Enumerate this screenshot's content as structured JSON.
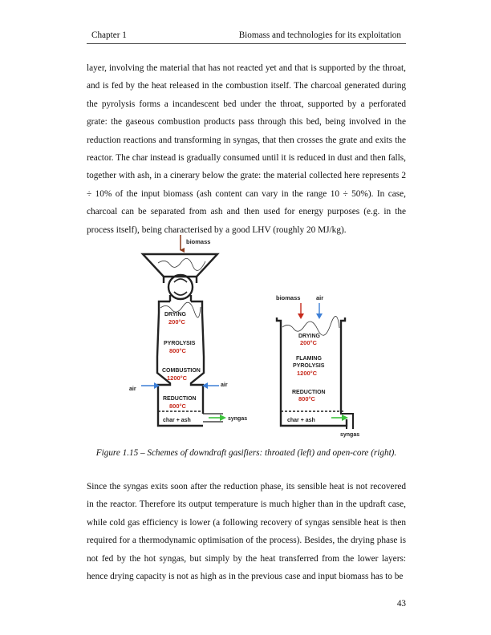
{
  "header": {
    "chapter": "Chapter 1",
    "title": "Biomass and technologies for its exploitation"
  },
  "paragraph_1": "layer, involving the material that has not reacted yet and that is supported by the throat, and is fed by the heat released in the combustion itself. The charcoal generated during the pyrolysis forms a incandescent bed under the throat, supported by a perforated grate: the gaseous combustion products pass through this bed, being involved in the reduction reactions and transforming in syngas, that then crosses the grate and exits the reactor. The char instead is gradually consumed until it is reduced in dust and then falls, together with ash, in a cinerary below the grate: the material collected here represents 2 ÷ 10% of the input biomass (ash content can vary in the range 10 ÷ 50%). In case, charcoal can be separated from ash and then used for energy purposes (e.g. in the process itself), being characterised by a good LHV (roughly 20 MJ/kg).",
  "figure": {
    "left": {
      "biomass": "biomass",
      "drying": "DRYING",
      "drying_temp": "200°C",
      "pyrolysis": "PYROLYSIS",
      "pyrolysis_temp": "800°C",
      "combustion": "COMBUSTION",
      "combustion_temp": "1200°C",
      "air_left": "air",
      "air_right": "air",
      "reduction": "REDUCTION",
      "reduction_temp": "800°C",
      "char_ash": "char + ash",
      "syngas": "syngas"
    },
    "right": {
      "biomass": "biomass",
      "air": "air",
      "drying": "DRYING",
      "drying_temp": "200°C",
      "flaming": "FLAMING",
      "pyrolysis": "PYROLYSIS",
      "pyrolysis_temp": "1200°C",
      "reduction": "REDUCTION",
      "reduction_temp": "800°C",
      "char_ash": "char + ash",
      "syngas": "syngas"
    },
    "colors": {
      "temperature": "#c62a1c",
      "arrow_biomass": "#8a3a1a",
      "arrow_air": "#3d7fd6",
      "arrow_syngas": "#3cc23c"
    }
  },
  "caption": "Figure 1.15 – Schemes of downdraft gasifiers: throated (left) and open-core (right).",
  "paragraph_2": "Since the syngas exits soon after the reduction phase, its sensible heat is not recovered in the reactor. Therefore its output temperature is much higher than in the updraft case, while cold gas efficiency is lower (a following recovery of syngas sensible heat is then required for a thermodynamic optimisation of the process). Besides, the drying phase is not fed by the hot syngas, but simply by the heat transferred from the lower layers: hence drying capacity is not as high as in the previous case and input biomass has to be",
  "page_number": "43"
}
